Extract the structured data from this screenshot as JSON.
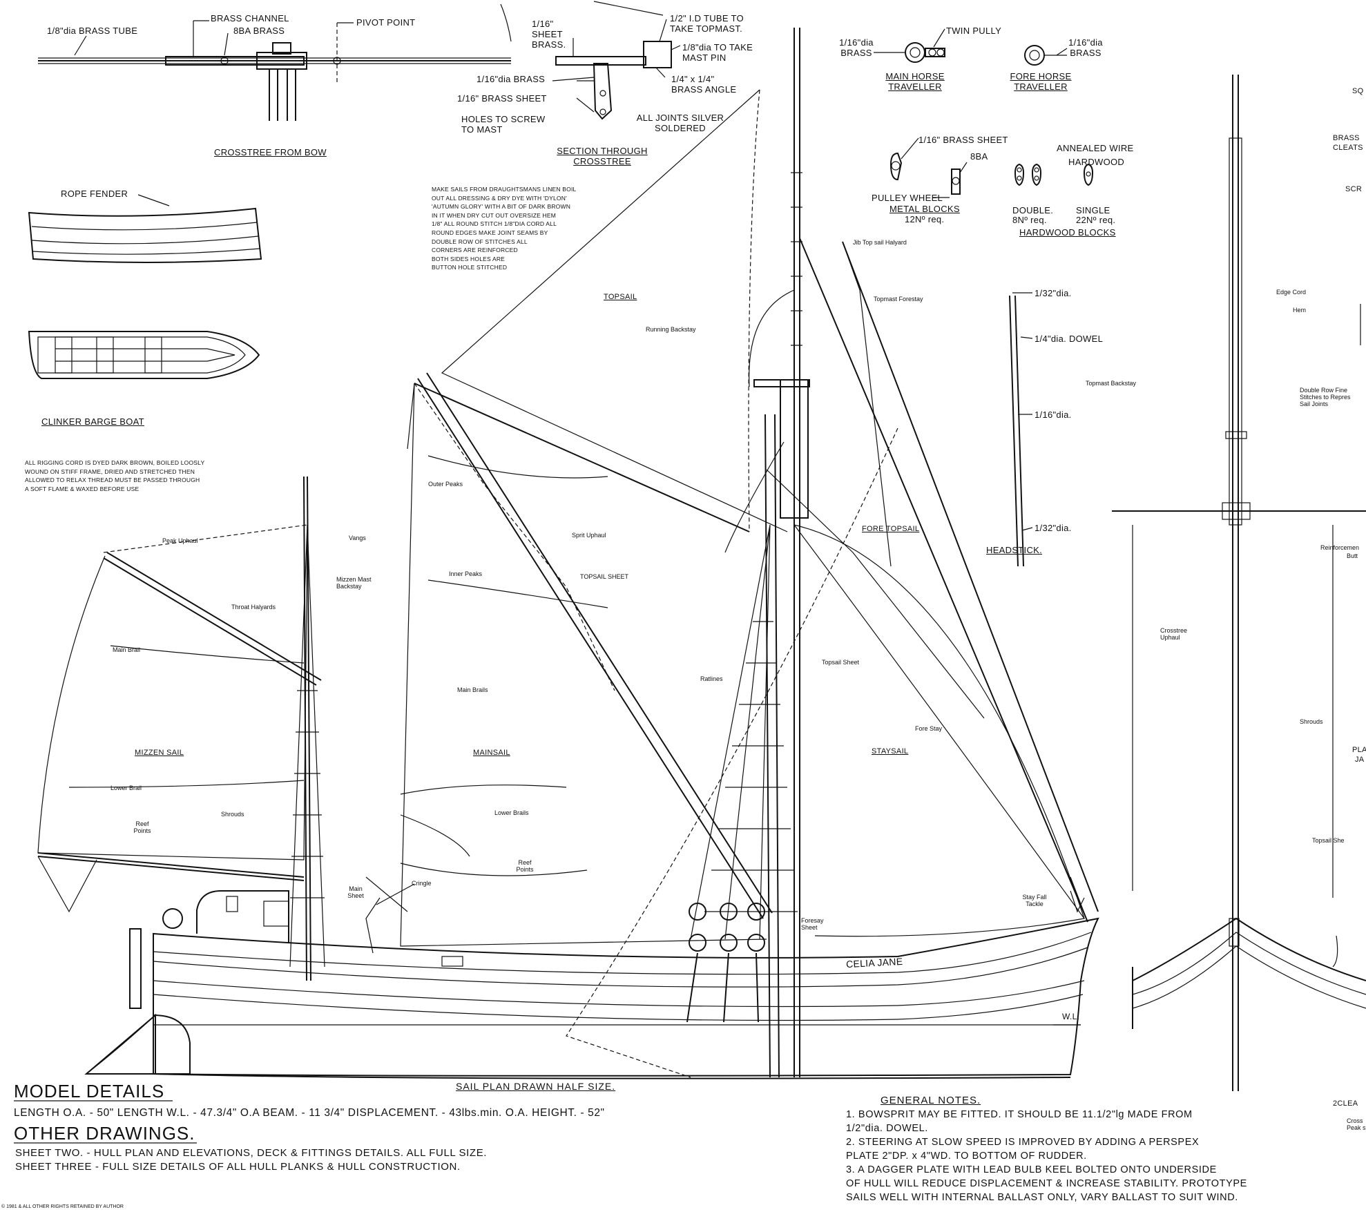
{
  "top_details": {
    "crosstree": {
      "tube": "1/8\"dia BRASS TUBE",
      "channel": "BRASS CHANNEL",
      "bolt": "8BA BRASS",
      "pivot": "PIVOT POINT",
      "title": "CROSSTREE FROM BOW"
    },
    "section": {
      "sheet_a": "1/16\" SHEET BRASS.",
      "tube_label": "1/2\" I.D TUBE TO TAKE TOPMAST.",
      "pin_label": "1/8\"dia TO TAKE MAST PIN",
      "brass_dia": "1/16\"dia BRASS",
      "angle": "1/4\" x 1/4\" BRASS ANGLE",
      "sheet_b": "1/16\" BRASS SHEET",
      "holes": "HOLES TO SCREW TO MAST",
      "joints": "ALL JOINTS SILVER SOLDERED",
      "title": "SECTION THROUGH CROSSTREE"
    },
    "travellers": {
      "main_dia": "1/16\"dia BRASS",
      "twin": "TWIN PULLY",
      "fore_dia": "1/16\"dia BRASS",
      "main_title": "MAIN HORSE TRAVELLER",
      "fore_title": "FORE HORSE TRAVELLER"
    },
    "blocks": {
      "sheet": "1/16\" BRASS SHEET",
      "bolt": "8BA",
      "wheel": "PULLEY WHEEL",
      "metal_title": "METAL BLOCKS",
      "metal_req": "12Nº req.",
      "wire": "ANNEALED WIRE",
      "hardwood": "HARDWOOD",
      "double": "DOUBLE.",
      "double_req": "8Nº req.",
      "single": "SINGLE",
      "single_req": "22Nº req.",
      "hardwood_title": "HARDWOOD BLOCKS"
    },
    "headstick": {
      "d1": "1/32\"dia.",
      "d2": "1/4\"dia. DOWEL",
      "d3": "1/16\"dia.",
      "d4": "1/32\"dia.",
      "title": "HEADSTICK."
    }
  },
  "boat": {
    "fender": "ROPE FENDER",
    "title": "CLINKER BARGE BOAT"
  },
  "sail_note": "MAKE SAILS FROM DRAUGHTSMANS LINEN BOIL OUT ALL DRESSING & DRY DYE WITH 'DYLON' 'AUTUMN GLORY' WITH A BIT OF DARK BROWN IN IT WHEN DRY CUT OUT OVERSIZE HEM 1/8\" ALL ROUND STITCH 1/8\"dia CORD ALL ROUND EDGES MAKE JOINT SEAMS BY DOUBLE ROW OF STITCHES ALL CORNERS ARE REINFORCED BOTH SIDES HOLES ARE BUTTON HOLE STITCHED",
  "sail_note_lines": [
    "MAKE SAILS FROM DRAUGHTSMANS LINEN BOIL",
    "OUT ALL DRESSING & DRY DYE WITH 'DYLON'",
    "'AUTUMN GLORY' WITH A BIT OF DARK BROWN",
    "IN IT WHEN DRY CUT OUT OVERSIZE HEM",
    "1/8\" ALL ROUND STITCH 1/8\"dia CORD ALL",
    "ROUND EDGES MAKE JOINT SEAMS BY",
    "DOUBLE ROW OF STITCHES ALL",
    "CORNERS ARE REINFORCED",
    "BOTH SIDES HOLES ARE",
    "BUTTON HOLE STITCHED"
  ],
  "rigging_note_lines": [
    "ALL RIGGING CORD IS DYED DARK BROWN, BOILED LOOSLY",
    "WOUND ON STIFF FRAME, DRIED AND STRETCHED THEN",
    "ALLOWED TO RELAX THREAD MUST BE PASSED THROUGH",
    "A SOFT FLAME & WAXED BEFORE USE"
  ],
  "sail_labels": {
    "topsail": "TOPSAIL",
    "mizzen": "MIZZEN SAIL",
    "mainsail": "MAINSAIL",
    "staysail": "STAYSAIL",
    "fore_topsail": "FORE TOPSAIL"
  },
  "rigging_labels": {
    "jib_halyard": "Jib Top sail Halyard",
    "topmast_forestay": "Topmast Forestay",
    "running_backstay": "Running Backstay",
    "topmast_backstay": "Topmast Backstay",
    "outer_peaks": "Outer Peaks",
    "sprit_uphaul": "Sprit Uphaul",
    "vangs": "Vangs",
    "peak_uphaul": "Peak Uphaul",
    "mizzen_backstay": "Mizzen Mast Backstay",
    "inner_peaks": "Inner Peaks",
    "topsail_sheet": "TOPSAIL SHEET",
    "throat_halyards": "Throat Halyards",
    "main_brail": "Main Brail",
    "main_brails": "Main Brails",
    "ratlines": "Ratlines",
    "topsail_sheet2": "Topsail Sheet",
    "fore_stay": "Fore Stay",
    "lower_brail": "Lower Brail",
    "shrouds": "Shrouds",
    "reef_points": "Reef Points",
    "lower_brails": "Lower Brails",
    "reef_points2": "Reef Points",
    "main_sheet": "Main Sheet",
    "cringle": "Cringle",
    "stay_fall": "Stay Fall Tackle",
    "foresay_sheet": "Foresay Sheet"
  },
  "hull": {
    "name": "CELIA JANE",
    "waterline": "W.L."
  },
  "scale_note": "SAIL PLAN DRAWN HALF SIZE.",
  "right_panel": {
    "sq": "SQ",
    "brass": "BRASS",
    "cleats": "CLEATS",
    "scr": "SCR",
    "edge_cord": "Edge Cord",
    "hem": "Hem",
    "double_row": "Double Row Fine",
    "stitches": "Stitches to Repres",
    "sail_joints": "Sail Joints",
    "reinforcement": "Reinforcemen",
    "butt": "Butt",
    "crosstree_uphaul": "Crosstree Uphaul",
    "shrouds": "Shrouds",
    "pla": "PLA",
    "ja": "JA",
    "topsail_she": "Topsail She",
    "cleats2": "2CLEA",
    "cross": "Cross",
    "peak": "Peak s"
  },
  "model_details": {
    "title": "MODEL DETAILS",
    "line": "LENGTH O.A. - 50\" LENGTH W.L. - 47.3/4\" O.A BEAM. - 11 3/4\" DISPLACEMENT. - 43lbs.min. O.A. HEIGHT. - 52\"",
    "other_title": "OTHER DRAWINGS.",
    "sheet_two": "SHEET TWO. - HULL PLAN AND ELEVATIONS, DECK & FITTINGS DETAILS. ALL FULL SIZE.",
    "sheet_three": "SHEET THREE - FULL SIZE DETAILS OF ALL HULL PLANKS & HULL CONSTRUCTION.",
    "copyright": "© 1981 & ALL OTHER RIGHTS RETAINED BY AUTHOR"
  },
  "general_notes": {
    "title": "GENERAL NOTES.",
    "lines": [
      "1. BOWSPRIT MAY BE FITTED. IT SHOULD BE 11.1/2\"lg MADE FROM",
      "   1/2\"dia. DOWEL.",
      "2. STEERING AT SLOW SPEED IS IMPROVED BY ADDING A PERSPEX",
      "   PLATE 2\"DP. x 4\"WD. TO BOTTOM OF RUDDER.",
      "3. A DAGGER PLATE WITH LEAD BULB KEEL BOLTED ONTO UNDERSIDE",
      "   OF HULL WILL REDUCE DISPLACEMENT & INCREASE STABILITY. PROTOTYPE",
      "   SAILS WELL WITH INTERNAL BALLAST ONLY, VARY BALLAST TO SUIT WIND."
    ]
  }
}
